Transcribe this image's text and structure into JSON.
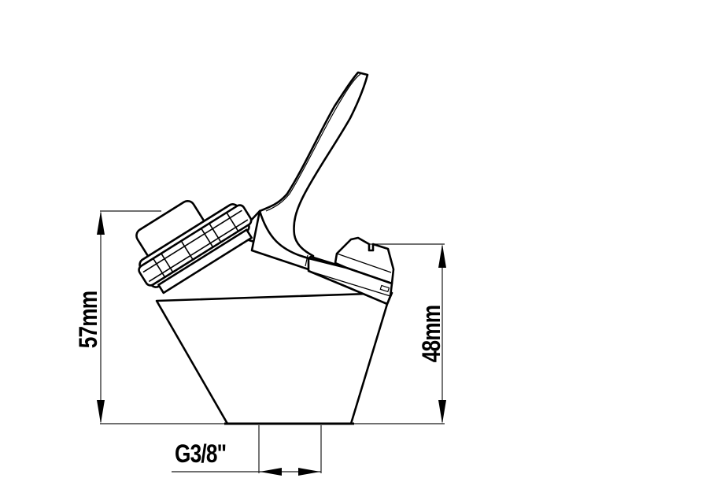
{
  "drawing": {
    "subject": "single-lever faucet side elevation",
    "colors": {
      "line": "#000000",
      "background": "#ffffff"
    }
  },
  "dimensions": {
    "overall_height": {
      "label": "57mm",
      "value_mm": 57
    },
    "spout_height": {
      "label": "48mm",
      "value_mm": 48
    },
    "connection_thread": {
      "label": "G3/8\""
    }
  }
}
